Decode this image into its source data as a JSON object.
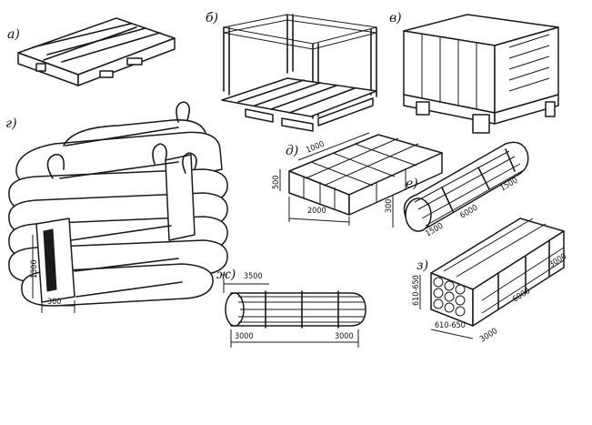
{
  "panels": {
    "a": {
      "label": "а)"
    },
    "b": {
      "label": "б)"
    },
    "v": {
      "label": "в)"
    },
    "g": {
      "label": "г)",
      "dim_height": "1300",
      "dim_width": "300"
    },
    "d": {
      "label": "д)",
      "dim_top": "1000",
      "dim_height": "500",
      "dim_length": "2000"
    },
    "e": {
      "label": "е)",
      "dim_height": "300",
      "dim_a": "1500",
      "dim_b": "6000",
      "dim_c": "1500"
    },
    "zh": {
      "label": "ж)",
      "dim_top": "3500",
      "dim_left": "3000",
      "dim_right": "3000"
    },
    "z": {
      "label": "з)",
      "dim_height": "610-650",
      "dim_width": "610-650",
      "dim_a": "3000",
      "dim_b": "6000",
      "dim_c": "3000"
    }
  }
}
